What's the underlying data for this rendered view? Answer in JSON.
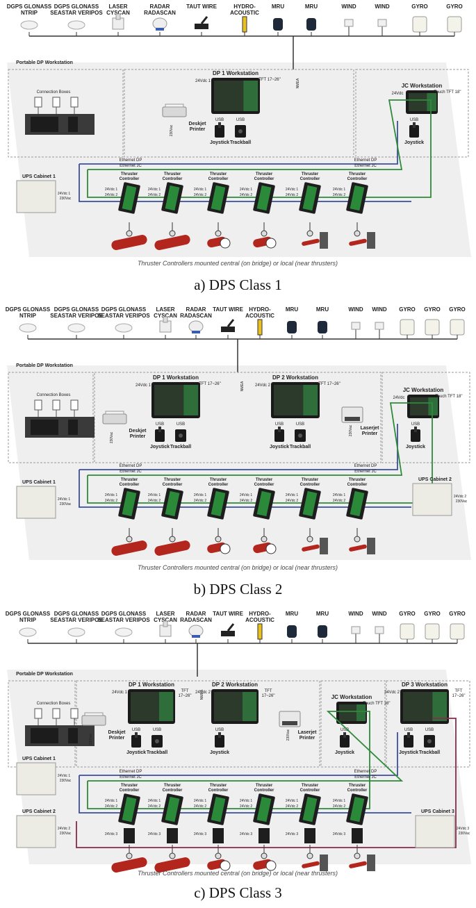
{
  "devices": {
    "dgps_ntrip": "DGPS GLONASS\nNTRIP",
    "dgps_veripos": "DGPS GLONASS\nSEASTAR VERIPOS",
    "laser": "LASER\nCYSCAN",
    "radar": "RADAR\nRADASCAN",
    "taut": "TAUT WIRE",
    "hydro": "HYDRO-\nACOUSTIC",
    "mru": "MRU",
    "wind": "WIND",
    "gyro": "GYRO"
  },
  "labels": {
    "portable_ws": "Portable DP Workstation",
    "conn_boxes": "Connection Boxes",
    "dp1_ws": "DP 1 Workstation",
    "dp2_ws": "DP 2 Workstation",
    "dp3_ws": "DP 3 Workstation",
    "jc_ws": "JC Workstation",
    "tft": "TFT 17~26\"",
    "tft_short": "TFT\n17~26\"",
    "touch_tft": "Touch TFT 18\"",
    "joystick": "Joystick",
    "trackball": "Trackball",
    "usb": "USB",
    "deskjet": "Deskjet\nPrinter",
    "laserjet": "Laserjet\nPrinter",
    "nmea": "NMEA",
    "v230": "230Vac",
    "v24_1": "24Vdc 1",
    "v24_2": "24Vdc 2",
    "v24_3": "24Vdc 3",
    "v24": "24Vdc",
    "eth_dp": "Ethernet DP",
    "eth_jc": "Ethernet JC",
    "thruster_ctrl": "Thruster\nController",
    "ups1": "UPS Cabinet 1",
    "ups2": "UPS Cabinet 2",
    "ups3": "UPS Cabinet 3",
    "mount_note": "Thruster Controllers mounted central (on bridge) or local (near thrusters)"
  },
  "captions": {
    "a": "a) DPS Class 1",
    "b": "b) DPS Class 2",
    "c": "c) DPS Class 3"
  },
  "colors": {
    "blue_line": "#3b4fa0",
    "green_line": "#2f8a3a",
    "maroon_line": "#8a2a4a",
    "thruster_red": "#b3261e"
  }
}
